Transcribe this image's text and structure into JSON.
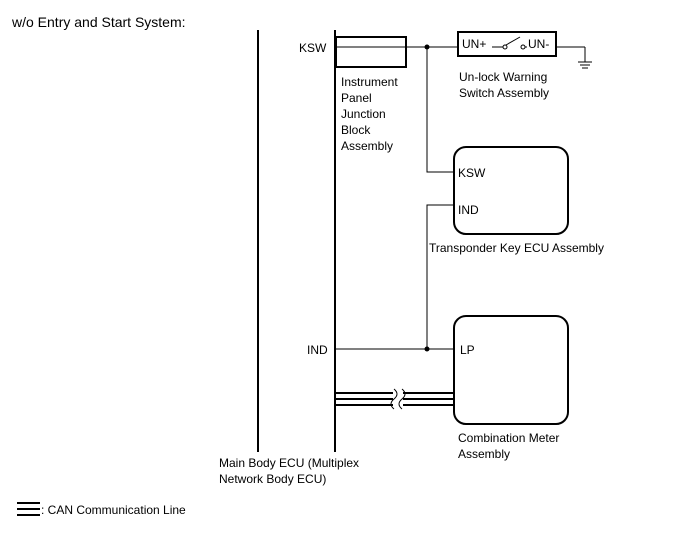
{
  "title": "w/o Entry and Start System:",
  "main_ecu": {
    "label_line1": "Main Body ECU (Multiplex",
    "label_line2": "Network Body ECU)",
    "pin_ksw": "KSW",
    "pin_ind": "IND"
  },
  "junction_block": {
    "label_lines": [
      "Instrument",
      "Panel",
      "Junction",
      "Block",
      "Assembly"
    ]
  },
  "unlock_switch": {
    "pin_plus": "UN+",
    "pin_minus": "UN-",
    "label_line1": "Un-lock Warning",
    "label_line2": "Switch Assembly"
  },
  "transponder_ecu": {
    "pin_ksw": "KSW",
    "pin_ind": "IND",
    "label": "Transponder Key ECU Assembly"
  },
  "combination_meter": {
    "pin_lp": "LP",
    "label_line1": "Combination Meter",
    "label_line2": "Assembly"
  },
  "legend": {
    "text": ": CAN Communication Line"
  }
}
